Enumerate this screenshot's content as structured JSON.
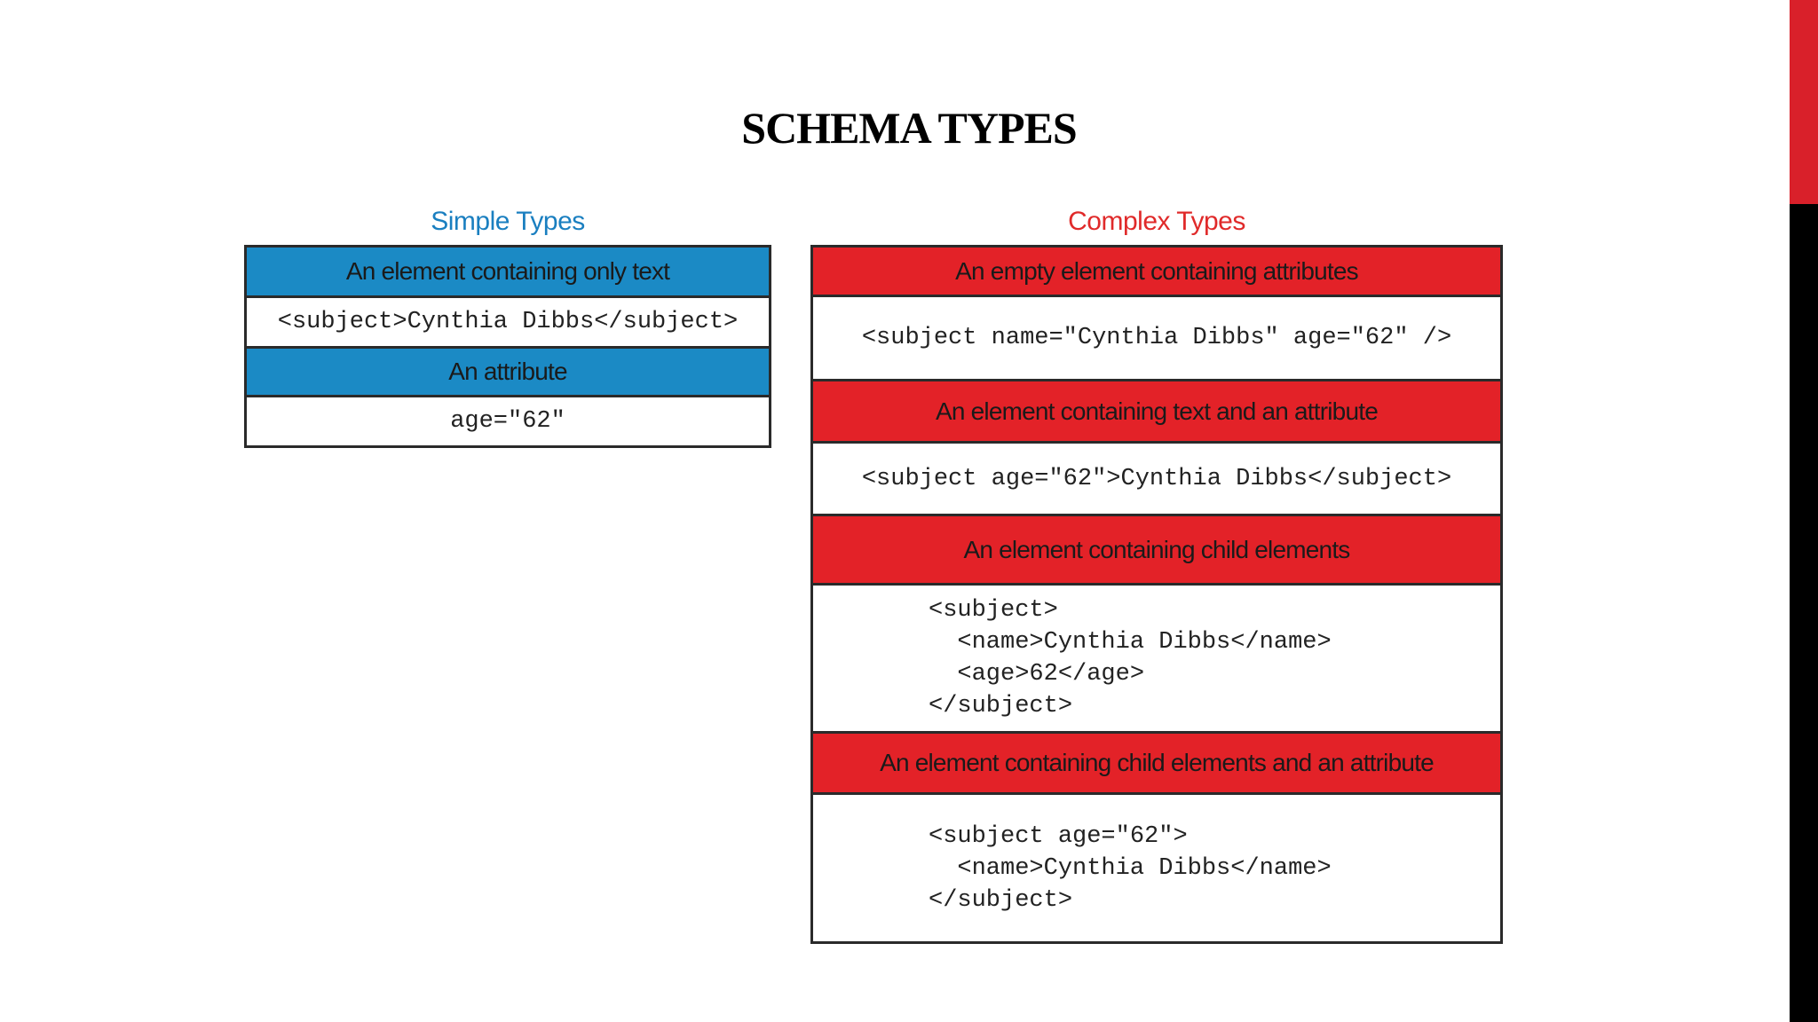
{
  "title": "SCHEMA TYPES",
  "simple": {
    "heading": "Simple Types",
    "rows": [
      {
        "header": "An element containing only text",
        "code": "<subject>Cynthia Dibbs</subject>"
      },
      {
        "header": "An attribute",
        "code": "age=\"62\""
      }
    ]
  },
  "complex": {
    "heading": "Complex Types",
    "rows": [
      {
        "header": "An empty element containing attributes",
        "code": "<subject name=\"Cynthia Dibbs\" age=\"62\" />"
      },
      {
        "header": "An element containing text and an attribute",
        "code": "<subject age=\"62\">Cynthia Dibbs</subject>"
      },
      {
        "header": "An element containing child elements",
        "code_lines": [
          "<subject>",
          "  <name>Cynthia Dibbs</name>",
          "  <age>62</age>",
          "</subject>"
        ]
      },
      {
        "header": "An element containing child elements and an attribute",
        "code_lines": [
          "<subject age=\"62\">",
          "  <name>Cynthia Dibbs</name>",
          "</subject>"
        ]
      }
    ]
  },
  "colors": {
    "simple_accent": "#1b8ac5",
    "complex_accent": "#e32228",
    "side_bar_top": "#d9202a",
    "side_bar_bottom": "#000000"
  }
}
